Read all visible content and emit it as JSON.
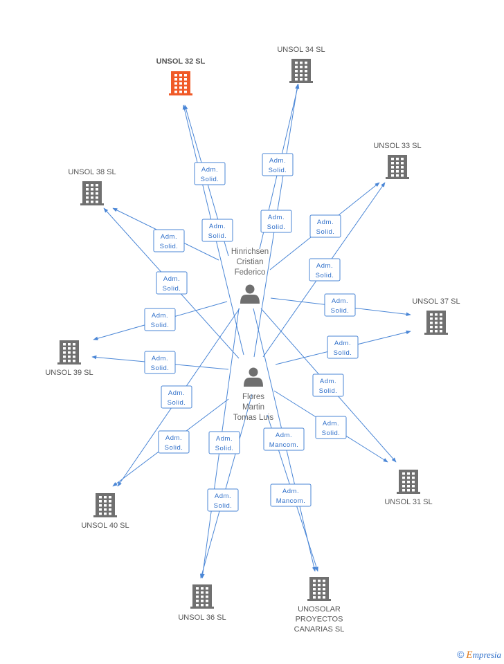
{
  "companies": [
    {
      "id": "u32",
      "label": "UNSOL 32 SL",
      "main": true
    },
    {
      "id": "u34",
      "label": "UNSOL 34 SL"
    },
    {
      "id": "u33",
      "label": "UNSOL 33 SL"
    },
    {
      "id": "u38",
      "label": "UNSOL 38 SL"
    },
    {
      "id": "u37",
      "label": "UNSOL 37 SL"
    },
    {
      "id": "u39",
      "label": "UNSOL 39 SL"
    },
    {
      "id": "u31",
      "label": "UNSOL 31 SL"
    },
    {
      "id": "u40",
      "label": "UNSOL 40 SL"
    },
    {
      "id": "u36",
      "label": "UNSOL 36 SL"
    },
    {
      "id": "unos",
      "label": "UNOSOLAR PROYECTOS CANARIAS SL"
    }
  ],
  "persons": [
    {
      "id": "p1",
      "label": "Hinrichsen Cristian Federico"
    },
    {
      "id": "p2",
      "label": "Flores Martin Tomas Luis"
    }
  ],
  "edges": [
    {
      "from": "p1",
      "to": "u32",
      "role": "Adm. Solid."
    },
    {
      "from": "p2",
      "to": "u32",
      "role": "Adm. Solid."
    },
    {
      "from": "p1",
      "to": "u34",
      "role": "Adm. Solid."
    },
    {
      "from": "p2",
      "to": "u34",
      "role": "Adm. Solid."
    },
    {
      "from": "p1",
      "to": "u33",
      "role": "Adm. Solid."
    },
    {
      "from": "p2",
      "to": "u33",
      "role": "Adm. Solid."
    },
    {
      "from": "p1",
      "to": "u38",
      "role": "Adm. Solid."
    },
    {
      "from": "p2",
      "to": "u38",
      "role": "Adm. Solid."
    },
    {
      "from": "p1",
      "to": "u37",
      "role": "Adm. Solid."
    },
    {
      "from": "p2",
      "to": "u37",
      "role": "Adm. Solid."
    },
    {
      "from": "p1",
      "to": "u39",
      "role": "Adm. Solid."
    },
    {
      "from": "p2",
      "to": "u39",
      "role": "Adm. Solid."
    },
    {
      "from": "p1",
      "to": "u31",
      "role": "Adm. Solid."
    },
    {
      "from": "p2",
      "to": "u31",
      "role": "Adm. Solid."
    },
    {
      "from": "p1",
      "to": "u40",
      "role": "Adm. Solid."
    },
    {
      "from": "p2",
      "to": "u40",
      "role": "Adm. Solid."
    },
    {
      "from": "p1",
      "to": "u36",
      "role": "Adm. Solid."
    },
    {
      "from": "p2",
      "to": "u36",
      "role": "Adm. Solid."
    },
    {
      "from": "p1",
      "to": "unos",
      "role": "Adm. Mancom."
    },
    {
      "from": "p2",
      "to": "unos",
      "role": "Adm. Mancom."
    }
  ],
  "colors": {
    "edge": "#4a86d6",
    "main_company": "#f05a28",
    "company": "#707070"
  },
  "brand": {
    "symbol": "©",
    "initial": "E",
    "rest": "mpresia"
  }
}
